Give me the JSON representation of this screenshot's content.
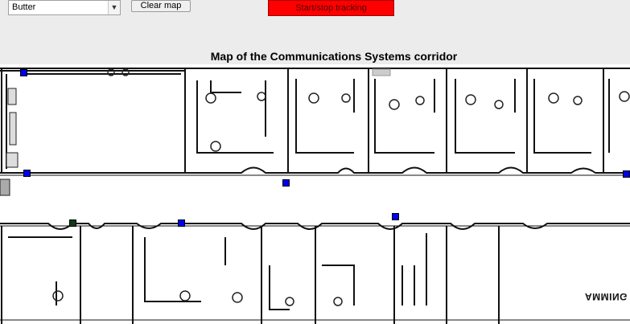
{
  "toolbar": {
    "map_select_value": "Butter",
    "clear_map_label": "Clear map",
    "start_stop_label": "Start/stop tracking"
  },
  "map": {
    "title": "Map of the Communications Systems corridor",
    "wall_label_text": "AMMING",
    "marker_colors": {
      "blue": "#0000ee",
      "dark": "#0d3a14"
    }
  },
  "colors": {
    "start_stop_button": "#ff0000"
  }
}
